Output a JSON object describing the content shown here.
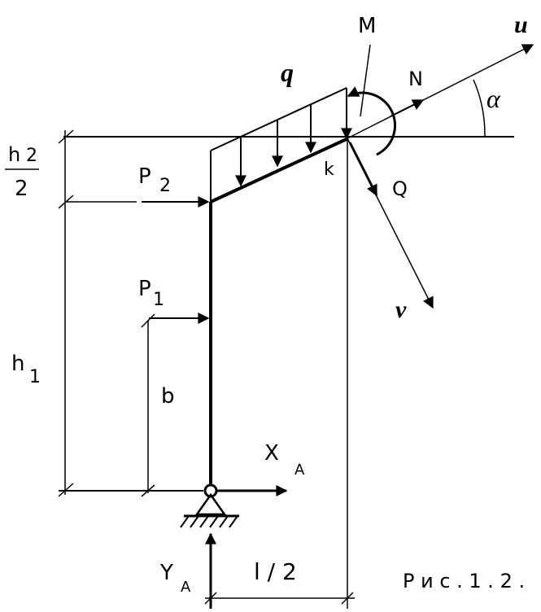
{
  "labels": {
    "M": "M",
    "u": "u",
    "N": "N",
    "q": "q",
    "alpha": "α",
    "h2": "h",
    "h2_sub": "2",
    "h2_den": "2",
    "P2": "P",
    "P2_sub": "2",
    "k": "k",
    "Q": "Q",
    "P1": "P",
    "P1_sub": "1",
    "v": "v",
    "h1": "h",
    "h1_sub": "1",
    "b": "b",
    "XA": "X",
    "XA_sub": "A",
    "YA": "Y",
    "YA_sub": "A",
    "l2": "l / 2",
    "caption": "Р и с . 1 . 2 ."
  }
}
